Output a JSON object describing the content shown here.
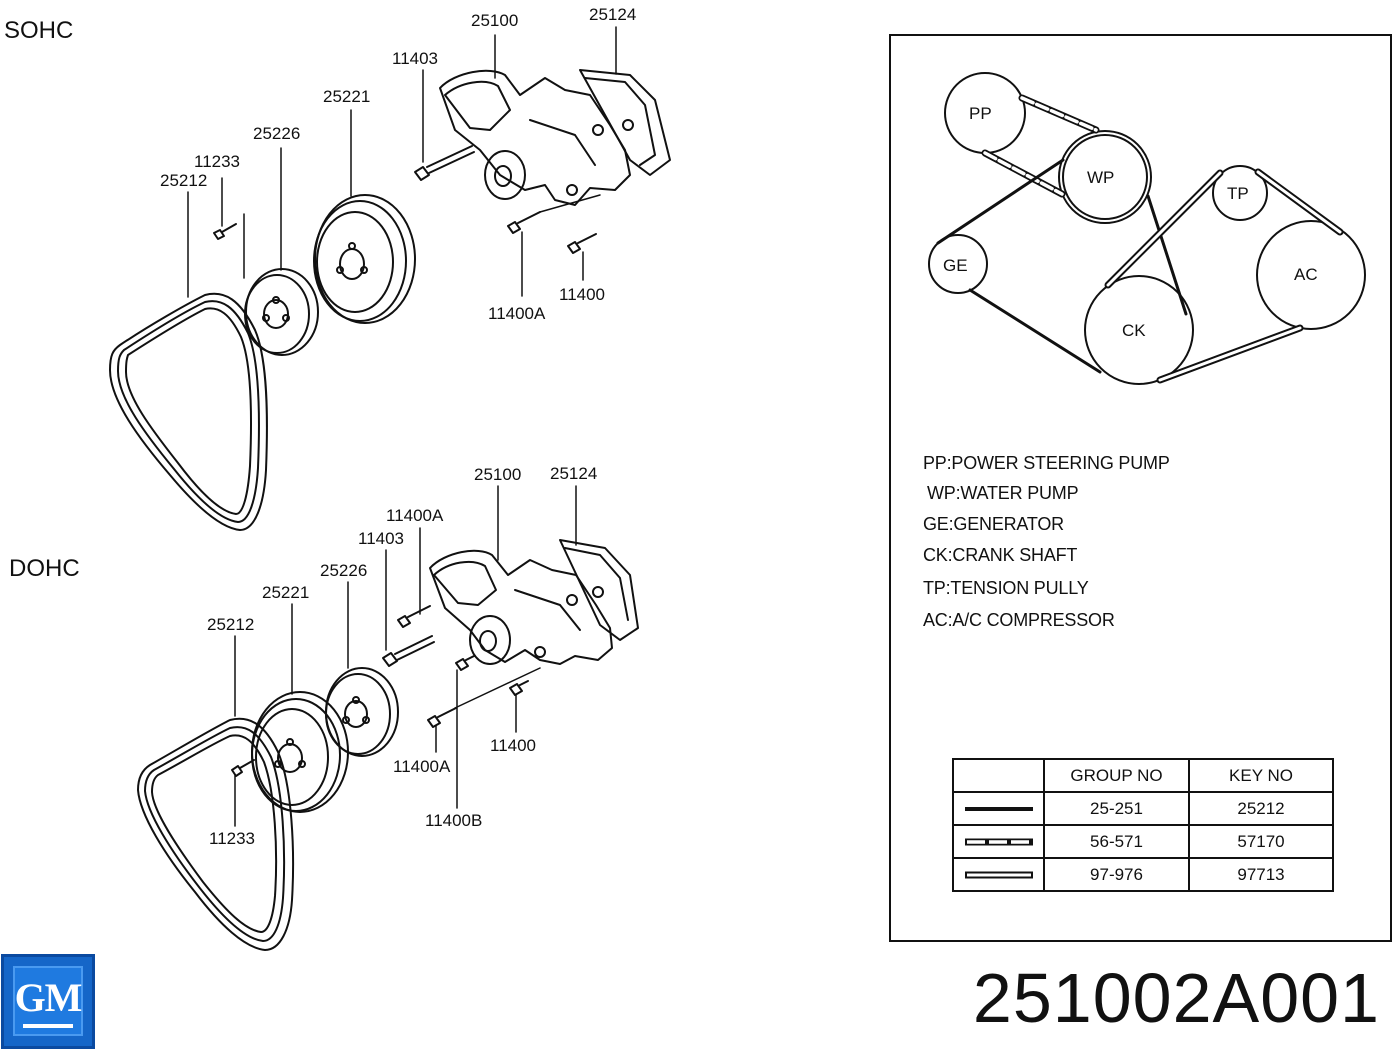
{
  "sections": {
    "sohc": "SOHC",
    "dohc": "DOHC"
  },
  "sohc_labels": {
    "p25100": "25100",
    "p25124": "25124",
    "p11403": "11403",
    "p25221": "25221",
    "p25226": "25226",
    "p11233": "11233",
    "p25212": "25212",
    "p11400A": "11400A",
    "p11400": "11400"
  },
  "dohc_labels": {
    "p25100": "25100",
    "p25124": "25124",
    "p11400A_top": "11400A",
    "p11403": "11403",
    "p25226": "25226",
    "p25221": "25221",
    "p25212": "25212",
    "p11233": "11233",
    "p11400A_bot": "11400A",
    "p11400": "11400",
    "p11400B": "11400B"
  },
  "pulleys": {
    "pp": "PP",
    "wp": "WP",
    "ge": "GE",
    "ck": "CK",
    "tp": "TP",
    "ac": "AC"
  },
  "legend": [
    "PP:POWER STEERING PUMP",
    "WP:WATER PUMP",
    "GE:GENERATOR",
    "CK:CRANK SHAFT",
    "TP:TENSION PULLY",
    "AC:A/C COMPRESSOR"
  ],
  "table": {
    "headers": [
      "",
      "GROUP NO",
      "KEY NO"
    ],
    "rows": [
      {
        "line_style": "solid-thick",
        "group": "25-251",
        "key": "25212"
      },
      {
        "line_style": "dashed",
        "group": "56-571",
        "key": "57170"
      },
      {
        "line_style": "double-outline",
        "group": "97-976",
        "key": "97713"
      }
    ]
  },
  "brand": {
    "logo_text": "GM",
    "color": "#1566c8"
  },
  "part_number": "251002A001"
}
